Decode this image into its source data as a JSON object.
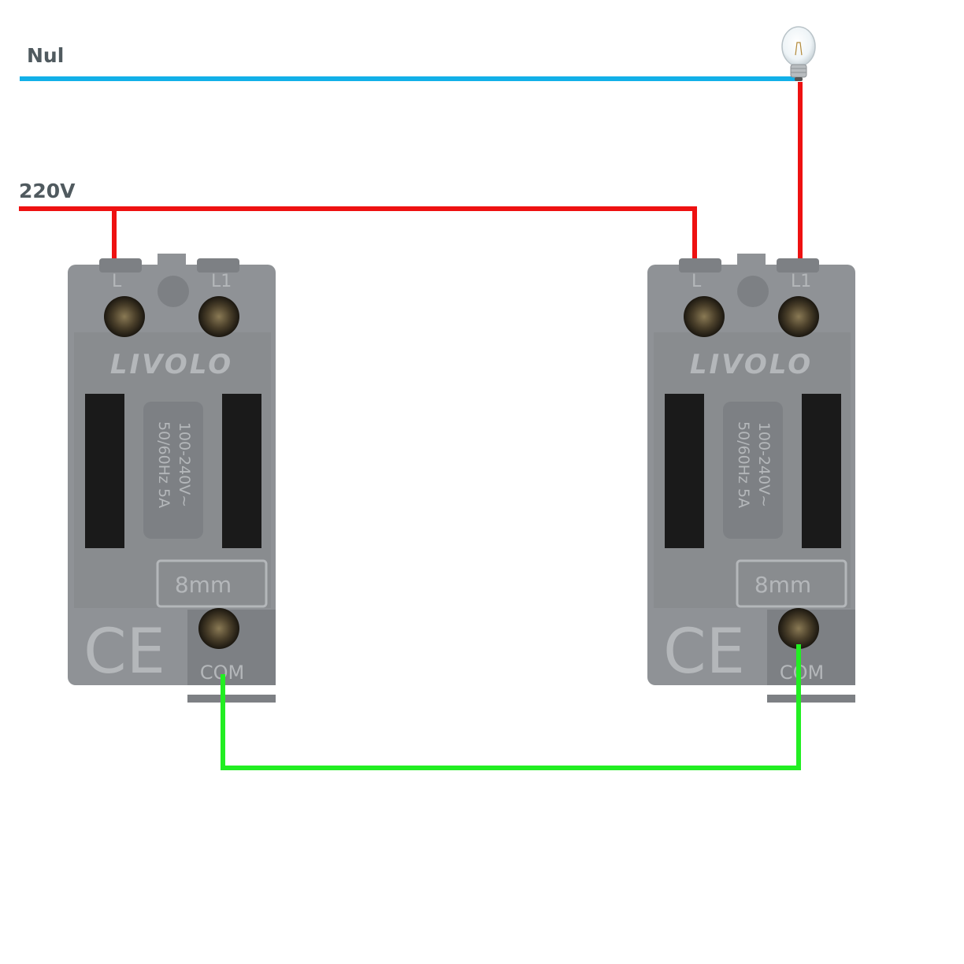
{
  "labels": {
    "neutral": "Nul",
    "live": "220V"
  },
  "colors": {
    "neutral_wire": "#12b0e8",
    "live_wire": "#ee1111",
    "com_wire": "#22ee22",
    "switch_body": "#8f9296",
    "switch_dark": "#7d8084",
    "slot": "#1a1a1a",
    "text_engraved": "#b4b7ba"
  },
  "switches": [
    {
      "brand": "LIVOLO",
      "terminal_l": "L",
      "terminal_l1": "L1",
      "terminal_com": "COM",
      "rating_line1": "100-240V~",
      "rating_line2": "50/60Hz 5A",
      "strip_length": "8mm",
      "mark": "CE"
    },
    {
      "brand": "LIVOLO",
      "terminal_l": "L",
      "terminal_l1": "L1",
      "terminal_com": "COM",
      "rating_line1": "100-240V~",
      "rating_line2": "50/60Hz 5A",
      "strip_length": "8mm",
      "mark": "CE"
    }
  ],
  "lamp": {
    "icon": "light-bulb-icon"
  }
}
